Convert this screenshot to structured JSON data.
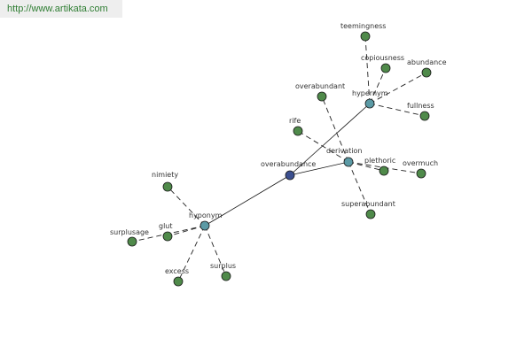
{
  "watermark": "http://www.artikata.com",
  "colors": {
    "center": "#3b4f8f",
    "hub": "#5b9aa5",
    "leaf": "#4f8a4a"
  },
  "graph": {
    "nodes": [
      {
        "id": "overabundance",
        "label": "overabundance",
        "kind": "center"
      },
      {
        "id": "hypernym",
        "label": "hypernym",
        "kind": "hub"
      },
      {
        "id": "derivation",
        "label": "derivation",
        "kind": "hub"
      },
      {
        "id": "hyponym",
        "label": "hyponym",
        "kind": "hub"
      },
      {
        "id": "teemingness",
        "label": "teemingness",
        "kind": "leaf"
      },
      {
        "id": "copiousness",
        "label": "copiousness",
        "kind": "leaf"
      },
      {
        "id": "abundance",
        "label": "abundance",
        "kind": "leaf"
      },
      {
        "id": "fullness",
        "label": "fullness",
        "kind": "leaf"
      },
      {
        "id": "overabundant",
        "label": "overabundant",
        "kind": "leaf"
      },
      {
        "id": "rife",
        "label": "rife",
        "kind": "leaf"
      },
      {
        "id": "plethoric",
        "label": "plethoric",
        "kind": "leaf"
      },
      {
        "id": "overmuch",
        "label": "overmuch",
        "kind": "leaf"
      },
      {
        "id": "superabundant",
        "label": "superabundant",
        "kind": "leaf"
      },
      {
        "id": "nimiety",
        "label": "nimiety",
        "kind": "leaf"
      },
      {
        "id": "glut",
        "label": "glut",
        "kind": "leaf"
      },
      {
        "id": "surplusage",
        "label": "surplusage",
        "kind": "leaf"
      },
      {
        "id": "excess",
        "label": "excess",
        "kind": "leaf"
      },
      {
        "id": "surplus",
        "label": "surplus",
        "kind": "leaf"
      }
    ],
    "edges": [
      {
        "from": "overabundance",
        "to": "hypernym",
        "style": "solid"
      },
      {
        "from": "overabundance",
        "to": "derivation",
        "style": "solid"
      },
      {
        "from": "overabundance",
        "to": "hyponym",
        "style": "solid"
      },
      {
        "from": "hypernym",
        "to": "teemingness",
        "style": "dashed"
      },
      {
        "from": "hypernym",
        "to": "copiousness",
        "style": "dashed"
      },
      {
        "from": "hypernym",
        "to": "abundance",
        "style": "dashed"
      },
      {
        "from": "hypernym",
        "to": "fullness",
        "style": "dashed"
      },
      {
        "from": "derivation",
        "to": "overabundant",
        "style": "dashed"
      },
      {
        "from": "derivation",
        "to": "rife",
        "style": "dashed"
      },
      {
        "from": "derivation",
        "to": "plethoric",
        "style": "dashed"
      },
      {
        "from": "derivation",
        "to": "overmuch",
        "style": "dashed"
      },
      {
        "from": "derivation",
        "to": "superabundant",
        "style": "dashed"
      },
      {
        "from": "hyponym",
        "to": "nimiety",
        "style": "dashed"
      },
      {
        "from": "hyponym",
        "to": "glut",
        "style": "dashed"
      },
      {
        "from": "hyponym",
        "to": "surplusage",
        "style": "dashed"
      },
      {
        "from": "hyponym",
        "to": "excess",
        "style": "dashed"
      },
      {
        "from": "hyponym",
        "to": "surplus",
        "style": "dashed"
      }
    ]
  }
}
